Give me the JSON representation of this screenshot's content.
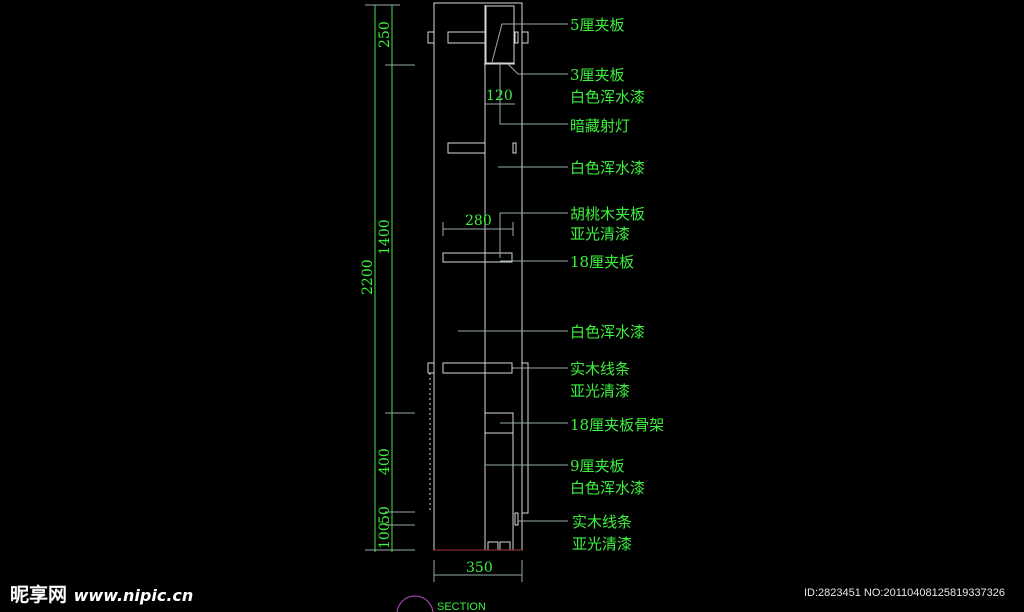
{
  "dimensions": {
    "total_height": "2200",
    "segments": [
      "250",
      "1400",
      "400",
      "50",
      "100"
    ],
    "width_top": "120",
    "width_shelf": "280",
    "width_base": "350"
  },
  "labels": [
    {
      "lines": [
        "5厘夹板"
      ]
    },
    {
      "lines": [
        "3厘夹板",
        "白色浑水漆"
      ]
    },
    {
      "lines": [
        "暗藏射灯"
      ]
    },
    {
      "lines": [
        "白色浑水漆"
      ]
    },
    {
      "lines": [
        "胡桃木夹板",
        "亚光清漆"
      ]
    },
    {
      "lines": [
        "18厘夹板"
      ]
    },
    {
      "lines": [
        "白色浑水漆"
      ]
    },
    {
      "lines": [
        "实木线条",
        "亚光清漆"
      ]
    },
    {
      "lines": [
        "18厘夹板骨架"
      ]
    },
    {
      "lines": [
        "9厘夹板",
        "白色浑水漆"
      ]
    },
    {
      "lines": [
        "实木线条",
        "亚光清漆"
      ]
    }
  ],
  "section_title": "SECTION",
  "watermark": {
    "brand": "昵享网",
    "url": "www.nipic.cn"
  },
  "image_id": "ID:2823451 NO:20110408125819337326",
  "colors": {
    "annotation": "#3df03d",
    "linework": "#d8d8d8",
    "background": "#000000"
  }
}
